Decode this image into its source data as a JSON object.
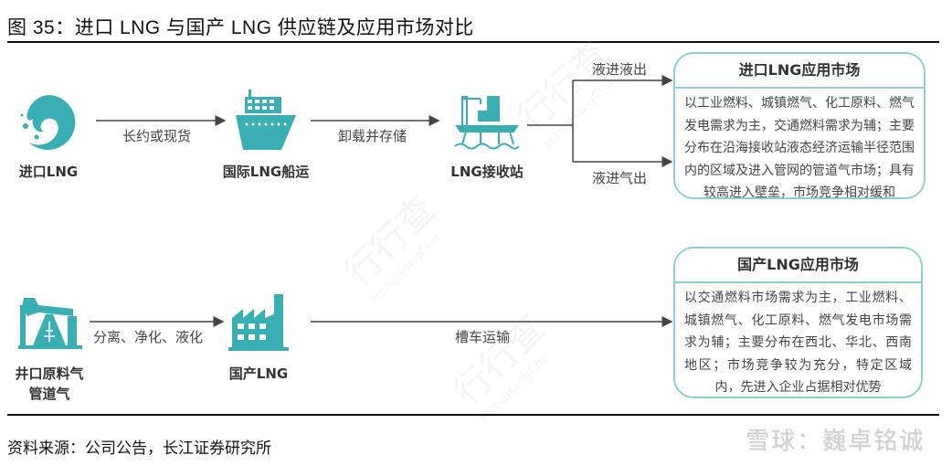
{
  "title": "图 35：进口 LNG 与国产 LNG 供应链及应用市场对比",
  "colors": {
    "accent": "#3aafb3",
    "box_border": "#8fd0cd",
    "line": "#444444"
  },
  "watermark": {
    "text": "行行查",
    "subtext": "HangHangCha"
  },
  "import_chain": {
    "nodes": [
      {
        "label": "进口LNG",
        "icon": "wave-icon"
      },
      {
        "label": "国际LNG船运",
        "icon": "ship-icon"
      },
      {
        "label": "LNG接收站",
        "icon": "terminal-icon"
      }
    ],
    "edges": [
      {
        "label": "长约或现货"
      },
      {
        "label": "卸载并存储"
      },
      {
        "label": "液进液出"
      },
      {
        "label": "液进气出"
      }
    ],
    "market": {
      "title": "进口LNG应用市场",
      "body": "以工业燃料、城镇燃气、化工原料、燃气发电需求为主，交通燃料需求为辅；主要分布在沿海接收站液态经济运输半径范围内的区域及进入管网的管道气市场；具有较高进入壁垒，市场竞争相对缓和"
    }
  },
  "domestic_chain": {
    "nodes": [
      {
        "label_line1": "井口原料气",
        "label_line2": "管道气",
        "icon": "pumpjack-icon"
      },
      {
        "label": "国产LNG",
        "icon": "factory-icon"
      }
    ],
    "edges": [
      {
        "label": "分离、净化、液化"
      },
      {
        "label": "槽车运输"
      }
    ],
    "market": {
      "title": "国产LNG应用市场",
      "body": "以交通燃料市场需求为主，工业燃料、城镇燃气、化工原料、燃气发电市场需求为辅；主要分布在西北、华北、西南地区；市场竞争较为充分，特定区域内，先进入企业占据相对优势"
    }
  },
  "footer": {
    "source": "资料来源：公司公告，长江证券研究所",
    "brand_watermark": "雪球：巍卓铭诚"
  }
}
